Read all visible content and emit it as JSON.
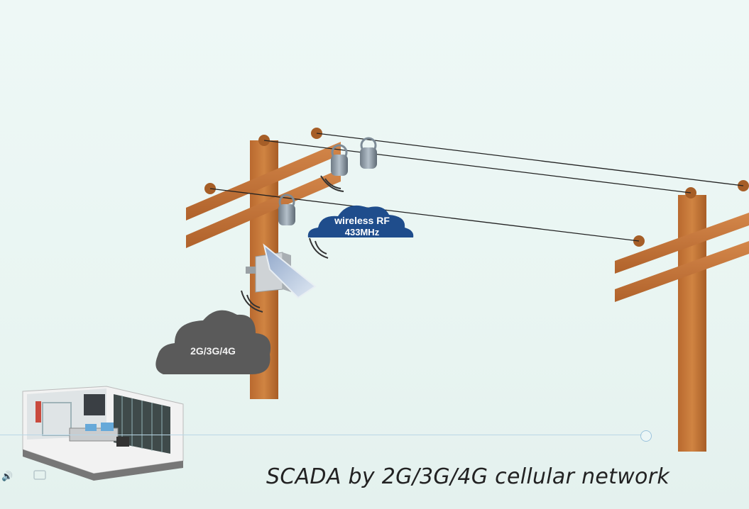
{
  "caption": "SCADA by 2G/3G/4G cellular network",
  "rf_cloud": {
    "line1": "wireless RF",
    "line2": "433MHz",
    "color": "#1f4d8c"
  },
  "cell_cloud": {
    "label": "2G/3G/4G",
    "color": "#5a5a5a"
  },
  "colors": {
    "pole": "#c6773a",
    "pole_dark": "#a65e27",
    "wire": "#222222",
    "sensor": "#8c9aa6"
  },
  "icons": [
    "volume-icon",
    "screen-icon"
  ]
}
